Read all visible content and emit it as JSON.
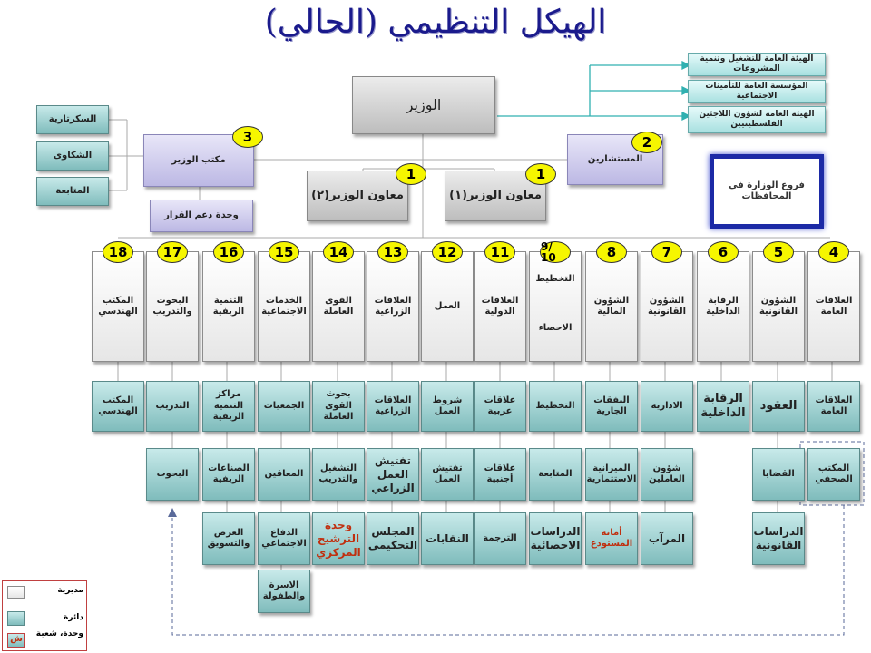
{
  "title": "الهيكل التنظيمي (الحالي)",
  "minister": "الوزير",
  "minister_office": "مكتب الوزير",
  "advisors": "المستشارين",
  "deputy1": "معاون الوزير(١)",
  "deputy2": "معاون الوزير(٢)",
  "decision_unit": "وحدة دعم القرار",
  "governorates": "فروع الوزارة في المحافظات",
  "office_units": [
    "السكرتارية",
    "الشكاوى",
    "المتابعة"
  ],
  "external": [
    "الهيئة العامة للتشغيل وتنمية المشروعات",
    "المؤسسة العامة للتأمينات الاجتماعية",
    "الهيئة العامة لشؤون اللاجئين الفلسطينيين"
  ],
  "badges": {
    "office": "3",
    "advisors": "2",
    "deputy1": "1",
    "deputy2": "1"
  },
  "directorates": [
    {
      "num": "18",
      "name": "المكتب الهندسي"
    },
    {
      "num": "17",
      "name": "البحوث والتدريب"
    },
    {
      "num": "16",
      "name": "التنمية الريفية"
    },
    {
      "num": "15",
      "name": "الخدمات الاجتماعية"
    },
    {
      "num": "14",
      "name": "القوى العاملة"
    },
    {
      "num": "13",
      "name": "العلاقات الزراعية"
    },
    {
      "num": "12",
      "name": "العمل"
    },
    {
      "num": "11",
      "name": "العلاقات الدولية"
    },
    {
      "num": "9/ 10",
      "name": "التخطيط",
      "name2": "الاحصاء"
    },
    {
      "num": "8",
      "name": "الشؤون المالية"
    },
    {
      "num": "7",
      "name": "الشؤون القانونية"
    },
    {
      "num": "6",
      "name": "الرقابة الداخلية"
    },
    {
      "num": "5",
      "name": "الشؤون القانونية"
    },
    {
      "num": "4",
      "name": "العلاقات العامة"
    }
  ],
  "row1": [
    "المكتب الهندسي",
    "التدريب",
    "مراكز التنمية الريفية",
    "الجمعيات",
    "بحوث القوى العاملة",
    "العلاقات الزراعية",
    "شروط العمل",
    "علاقات عربية",
    "التخطيط",
    "النفقات الجارية",
    "الادارية",
    "الرقابة الداخلية",
    "العقود",
    "العلاقات العامة"
  ],
  "row2": [
    "البحوث",
    "الصناعات الريفية",
    "المعاقين",
    "التشغيل والتدريب",
    "تفتيش العمل الزراعي",
    "تفتيش العمل",
    "علاقات أجنبية",
    "المتابعة",
    "الميزانية الاستثمارية",
    "شؤون العاملين",
    "القضايا",
    "المكتب الصحفي"
  ],
  "row3": [
    "العرض والتسويق",
    "الدفاع الاجتماعي",
    "وحدة الترشيح المركزي",
    "المجلس التحكيمي",
    "النقابات",
    "الترجمة",
    "الدراسات الاحصائية",
    "أمانة المستودع",
    "المرآب",
    "الدراسات القانونية"
  ],
  "row4": [
    "الاسرة والطفولة"
  ],
  "legend": {
    "directorate": "مديرية",
    "department": "دائرة",
    "unit_label": "وحدة، شعبة",
    "unit_mark": "ش"
  }
}
